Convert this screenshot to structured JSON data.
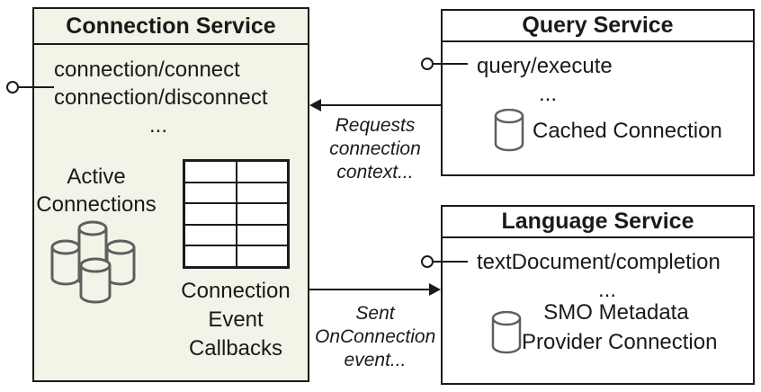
{
  "diagram": {
    "connection_service": {
      "title": "Connection Service",
      "methods": [
        "connection/connect",
        "connection/disconnect"
      ],
      "ellipsis": "...",
      "active_connections_label": [
        "Active",
        "Connections"
      ],
      "callbacks_label": [
        "Connection",
        "Event",
        "Callbacks"
      ]
    },
    "query_service": {
      "title": "Query Service",
      "methods": [
        "query/execute"
      ],
      "ellipsis": "...",
      "cached_connection_label": "Cached Connection"
    },
    "language_service": {
      "title": "Language Service",
      "methods": [
        "textDocument/completion"
      ],
      "ellipsis": "...",
      "smo_label": [
        "SMO Metadata",
        "Provider Connection"
      ]
    },
    "arrows": {
      "requests_label": [
        "Requests",
        "connection",
        "context..."
      ],
      "sent_label": [
        "Sent",
        "OnConnection",
        "event..."
      ]
    },
    "icons": [
      "interface-lollipop",
      "database-cylinder",
      "database-cluster",
      "callback-grid"
    ],
    "colors": {
      "connection_box_fill": "#f2f4e8",
      "service_box_fill": "#ffffff",
      "border": "#1a1a1a",
      "icon_stroke": "#5f5f5f"
    }
  }
}
